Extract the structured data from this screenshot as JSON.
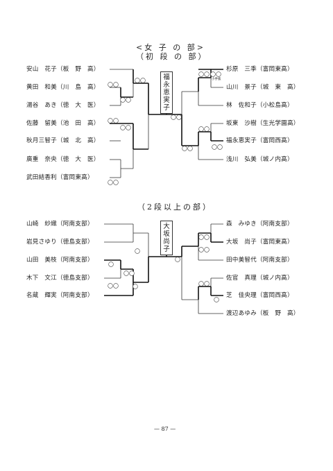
{
  "women": {
    "title": "<女 子 の 部>",
    "subtitle": "（初 段 の 部）",
    "champion": "福永恵実子",
    "left_players": [
      "安山　花子（板　野　高）",
      "黄田　和美（川　島　高）",
      "湯谷　あき（徳　大　医）",
      "佐藤　留美（池　田　高）",
      "秋月三智子（城　北　高）",
      "廣重　奈央（徳　大　医）",
      "武田結香利（富岡東高）"
    ],
    "right_players": [
      "杉原　三季（富岡東高）",
      "山川　景子（城　東　高）",
      "林　佐和子（小松島高）",
      "坂東　沙樹（生光学園高）",
      "福永恵実子（富岡西高）",
      "浅川　弘美（城ノ内高）"
    ],
    "note": "小手抜"
  },
  "dan": {
    "title": "（2段以上の部）",
    "champion": "大坂尚子",
    "left_players": [
      "山崎　紗織（阿南支部）",
      "岩見さゆり（徳島支部）",
      "山田　美枝（阿南支部）",
      "木下　文江（徳島支部）",
      "名蔵　輝実（阿南支部）"
    ],
    "right_players": [
      "森　みゆき（阿南支部）",
      "大坂　尚子（富岡東高）",
      "田中美智代（阿南支部）",
      "佐官　真理（城ノ内高）",
      "芝　佳央理（富岡西高）",
      "渡辺あゆみ（板　野　高）"
    ]
  },
  "page_number": "— 87 —"
}
